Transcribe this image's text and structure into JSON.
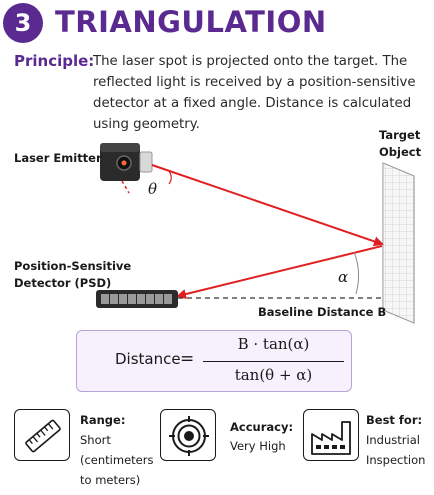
{
  "header": {
    "number": "3",
    "title": "TRIANGULATION"
  },
  "principle": {
    "label": "Principle:",
    "text": "The laser spot is projected onto the target. The reflected light is received by a position-sensitive detector at a fixed angle. Distance is calculated using geometry."
  },
  "diagram": {
    "laser_label": "Laser Emitter",
    "target_label_1": "Target",
    "target_label_2": "Object",
    "psd_label_1": "Position-Sensitive",
    "psd_label_2": "Detector (PSD)",
    "theta": "θ",
    "alpha": "α",
    "baseline_label": "Baseline Distance B"
  },
  "formula": {
    "lhs": "Distance",
    "eq": "=",
    "numerator": "B · tan(α)",
    "denominator": "tan(θ + α)"
  },
  "specs": [
    {
      "icon": "ruler-icon",
      "label": "Range:",
      "lines": [
        "Short",
        "(centimeters",
        "to meters)"
      ]
    },
    {
      "icon": "target-icon",
      "label": "Accuracy:",
      "lines": [
        "Very High"
      ]
    },
    {
      "icon": "factory-icon",
      "label": "Best for:",
      "lines": [
        "Industrial",
        "Inspection"
      ]
    }
  ],
  "colors": {
    "accent": "#5a2a91",
    "beam": "#e02020",
    "formula_bg": "#f6f1fc"
  }
}
